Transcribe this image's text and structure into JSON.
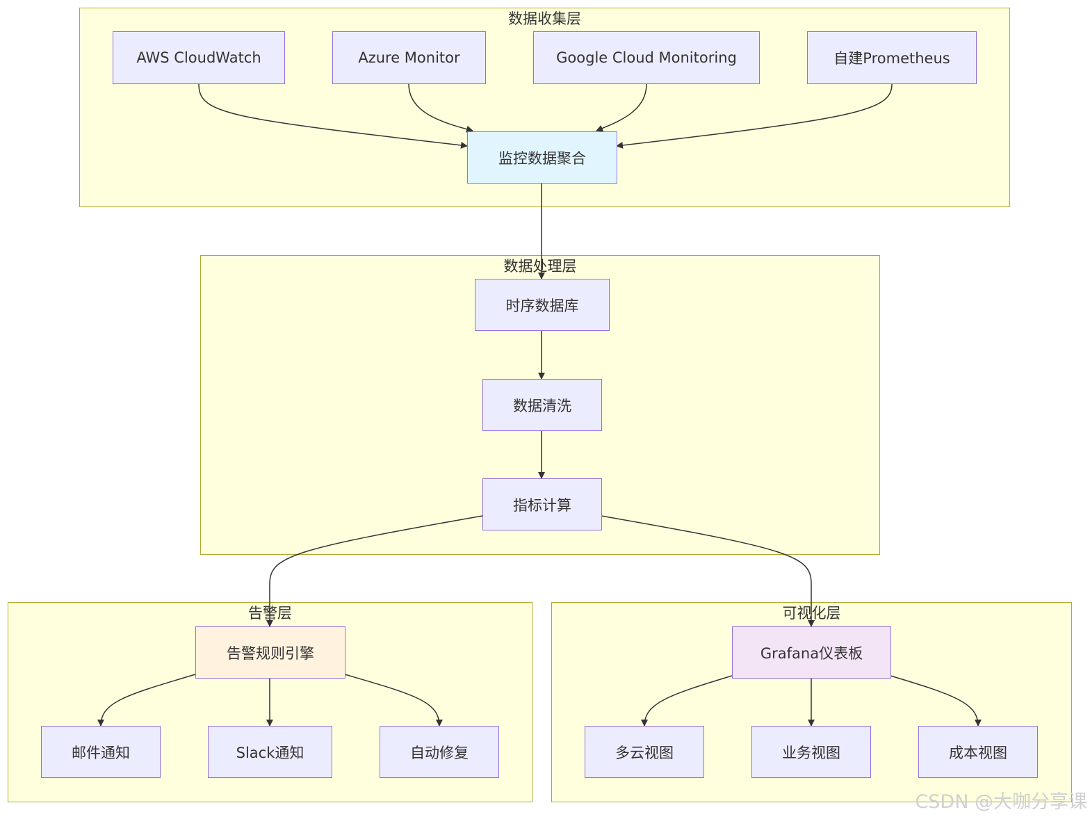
{
  "clusters": {
    "collect": "数据收集层",
    "process": "数据处理层",
    "alert": "告警层",
    "visual": "可视化层"
  },
  "nodes": {
    "aws": "AWS CloudWatch",
    "azure": "Azure Monitor",
    "gcp": "Google Cloud Monitoring",
    "prom": "自建Prometheus",
    "agg": "监控数据聚合",
    "tsdb": "时序数据库",
    "clean": "数据清洗",
    "metric": "指标计算",
    "rule": "告警规则引擎",
    "mail": "邮件通知",
    "slack": "Slack通知",
    "fix": "自动修复",
    "grafana": "Grafana仪表板",
    "multicloud": "多云视图",
    "biz": "业务视图",
    "cost": "成本视图"
  },
  "colors": {
    "cluster_fill": "#ffffde",
    "cluster_border": "#aaaa33",
    "node_fill": "#ececff",
    "node_border": "#9370db",
    "agg_fill": "#e1f5fe",
    "rule_fill": "#fff3e0",
    "grafana_fill": "#f3e5f5",
    "edge": "#333333"
  },
  "watermark": "CSDN @大咖分享课"
}
